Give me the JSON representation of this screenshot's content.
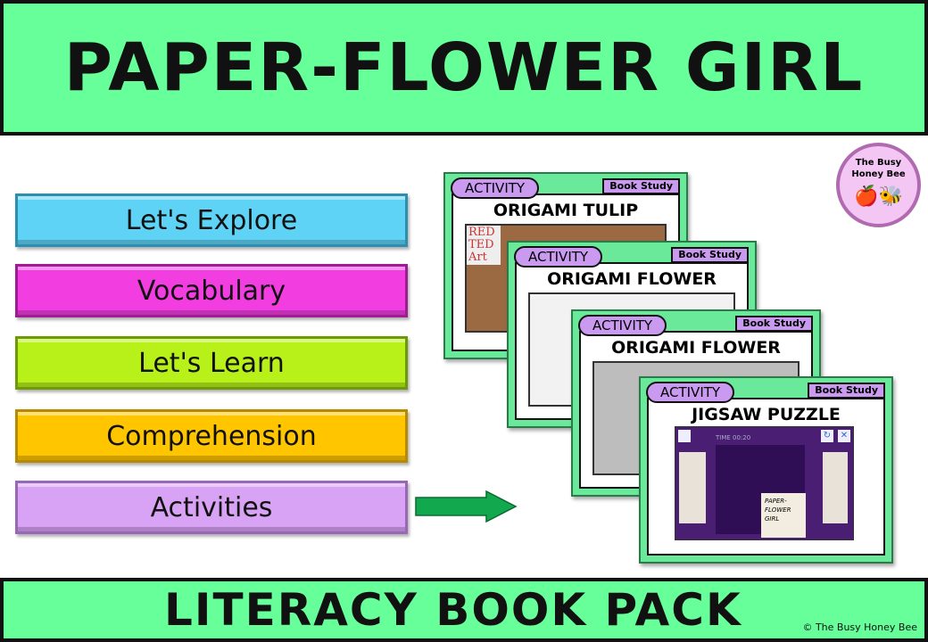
{
  "header": {
    "title": "PAPER-FLOWER GIRL"
  },
  "footer": {
    "subtitle": "LITERACY BOOK PACK",
    "copyright": "© The Busy Honey Bee"
  },
  "logo": {
    "line1": "The Busy",
    "line2": "Honey Bee"
  },
  "menu": [
    {
      "label": "Let's Explore",
      "color": "#5fd3f5"
    },
    {
      "label": "Vocabulary",
      "color": "#f23ee0"
    },
    {
      "label": "Let's Learn",
      "color": "#b8f01a"
    },
    {
      "label": "Comprehension",
      "color": "#ffc600"
    },
    {
      "label": "Activities",
      "color": "#d9a3f5"
    }
  ],
  "cards": [
    {
      "tag": "ACTIVITY",
      "badge": "Book Study",
      "title": "ORIGAMI TULIP",
      "image_text": "RED TED Art"
    },
    {
      "tag": "ACTIVITY",
      "badge": "Book Study",
      "title": "ORIGAMI FLOWER"
    },
    {
      "tag": "ACTIVITY",
      "badge": "Book Study",
      "title": "ORIGAMI FLOWER"
    },
    {
      "tag": "ACTIVITY",
      "badge": "Book Study",
      "title": "JIGSAW PUZZLE",
      "timer": "TIME 00:20",
      "puzzle_text": "PAPER-FLOWER GIRL"
    }
  ]
}
